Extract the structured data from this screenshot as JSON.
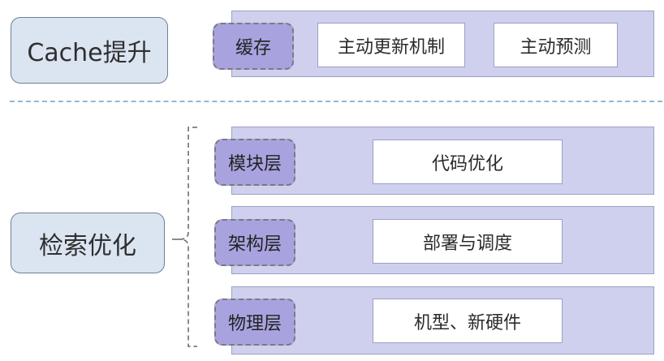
{
  "cache_section": {
    "title": "Cache提升",
    "tag": "缓存",
    "items": [
      "主动更新机制",
      "主动预测"
    ]
  },
  "search_section": {
    "title": "检索优化",
    "layers": [
      {
        "tag": "模块层",
        "item": "代码优化"
      },
      {
        "tag": "架构层",
        "item": "部署与调度"
      },
      {
        "tag": "物理层",
        "item": "机型、新硬件"
      }
    ]
  },
  "colors": {
    "main_box_fill": "#dbe4f1",
    "band_fill": "#cfd0ee",
    "tag_fill": "#a8a3df",
    "divider": "#8fb8d8"
  }
}
